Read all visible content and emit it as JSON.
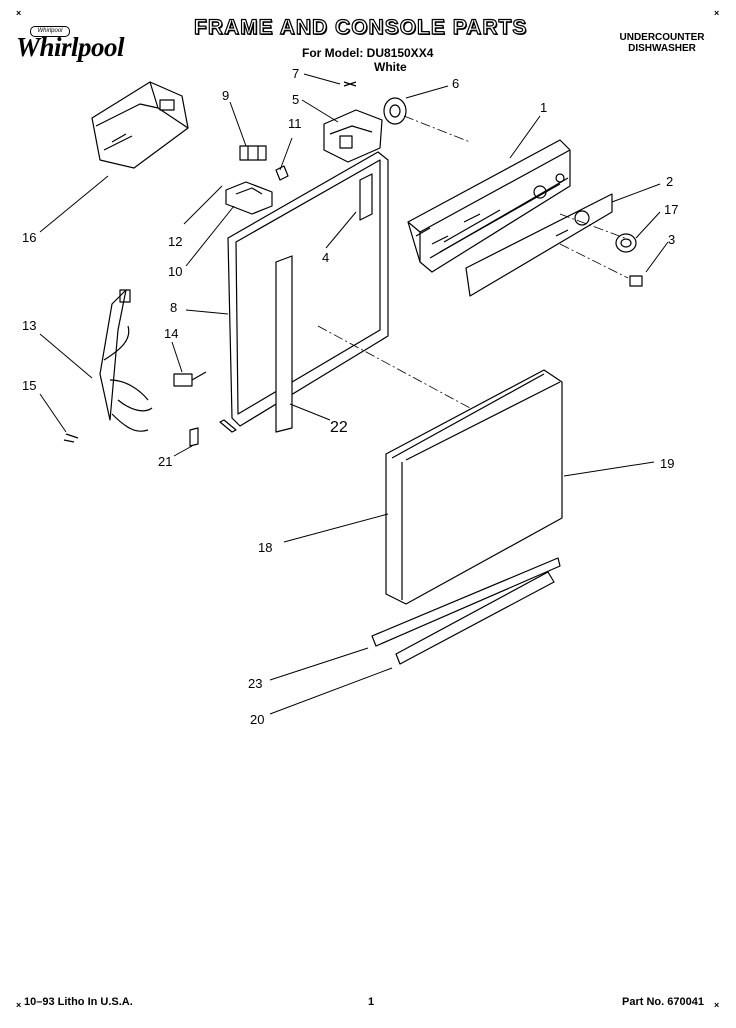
{
  "header": {
    "brand": "Whirlpool",
    "brand_badge": "Whirlpool",
    "title": "FRAME AND CONSOLE PARTS",
    "model_line": "For Model: DU8150XX4",
    "color_line": "White",
    "category_line1": "UNDERCOUNTER",
    "category_line2": "DISHWASHER"
  },
  "corner_marks": [
    "×",
    "×",
    "×",
    "×"
  ],
  "callouts": {
    "c1": "1",
    "c2": "2",
    "c3": "3",
    "c4": "4",
    "c5": "5",
    "c6": "6",
    "c7": "7",
    "c8": "8",
    "c9": "9",
    "c10": "10",
    "c11": "11",
    "c12": "12",
    "c13": "13",
    "c14": "14",
    "c15": "15",
    "c16": "16",
    "c17": "17",
    "c18": "18",
    "c19": "19",
    "c20": "20",
    "c21": "21",
    "c22": "22",
    "c23": "23"
  },
  "footer": {
    "litho": "10–93 Litho In U.S.A.",
    "page": "1",
    "part_no": "Part No. 670041"
  }
}
